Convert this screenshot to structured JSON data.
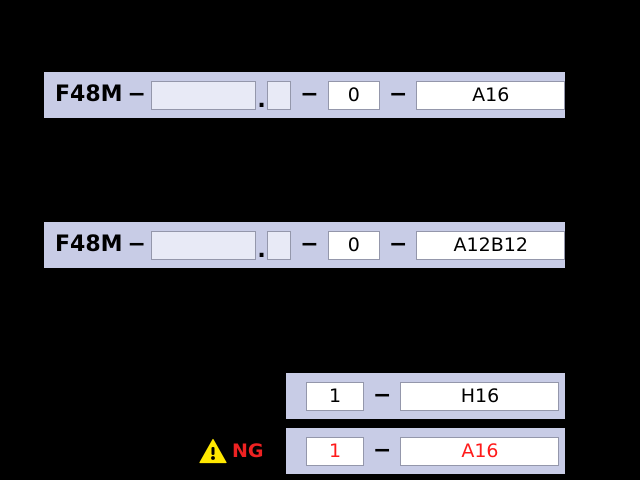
{
  "background_color": "#000000",
  "panel_color": "#c8cce6",
  "field_muted_color": "#e8eaf6",
  "error_color": "#ff1a1a",
  "ng_label_color": "#ee2222",
  "warning_icon_color": "#ffe800",
  "separators": {
    "dash": "−",
    "dot": "."
  },
  "rows": [
    {
      "id": "row-ok-a16",
      "prefix": "F48M",
      "serial_value": "",
      "serial_placeholder": "",
      "subserial_value": "",
      "revision_value": "0",
      "code_value": "A16",
      "status": "ok"
    },
    {
      "id": "row-ok-a12b12",
      "prefix": "F48M",
      "serial_value": "",
      "serial_placeholder": "",
      "subserial_value": "",
      "revision_value": "0",
      "code_value": "A12B12",
      "status": "ok"
    },
    {
      "id": "row-ok-h16",
      "revision_value": "1",
      "code_value": "H16",
      "status": "ok"
    },
    {
      "id": "row-ng-a16",
      "revision_value": "1",
      "code_value": "A16",
      "status": "ng"
    }
  ],
  "ng_marker": {
    "icon": "warning-triangle-icon",
    "label": "NG"
  }
}
